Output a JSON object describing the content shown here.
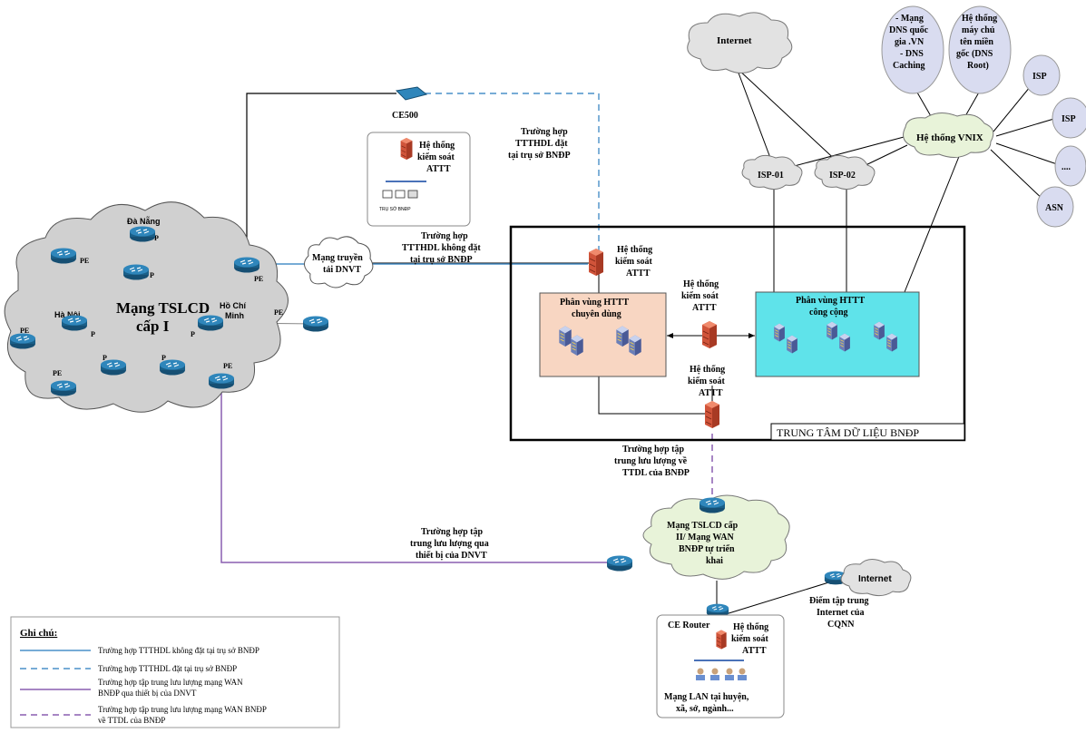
{
  "colors": {
    "cloud_fill": "#d0d0d0",
    "cloud_green": "#e8f3d9",
    "router": "#1f6f9e",
    "line_solid_blue": "#4a90c8",
    "line_dashed_blue": "#4a90c8",
    "line_solid_purple": "#8a5fb0",
    "line_dashed_purple": "#8a5fb0",
    "zone_private": "#f8d6c2",
    "zone_public": "#5fe3ea",
    "isp_bubble": "#d9dcf0",
    "firewall": "#d0543a"
  },
  "main_cloud": {
    "label_line1": "Mạng TSLCD",
    "label_line2": "cấp I",
    "nodes": {
      "da_nang": "Đà Nẵng",
      "ha_noi": "Hà Nội",
      "ho_chi_minh_1": "Hồ Chí",
      "ho_chi_minh_2": "Minh",
      "pe": "PE",
      "p": "P"
    }
  },
  "transport_cloud": {
    "line1": "Mạng truyền",
    "line2": "tải DNVT"
  },
  "ce500": {
    "label": "CE500",
    "control_line1": "Hệ thống",
    "control_line2": "kiểm soát",
    "control_line3": "ATTT",
    "site_caption": "TRỤ SỞ BNĐP"
  },
  "captions": {
    "case_at_hq_1": "Trường hợp",
    "case_at_hq_2": "TTTHDL đặt",
    "case_at_hq_3": "tại trụ sở BNĐP",
    "case_not_hq_1": "Trường hợp",
    "case_not_hq_2": "TTTHDL không đặt",
    "case_not_hq_3": "tại trụ sở BNĐP",
    "case_central_1": "Trường hợp tập",
    "case_central_2": "trung lưu lượng về",
    "case_central_3": "TTDL của BNĐP",
    "case_dnvt_1": "Trường hợp tập",
    "case_dnvt_2": "trung lưu lượng qua",
    "case_dnvt_3": "thiết bị của DNVT"
  },
  "datacenter": {
    "title": "TRUNG TÂM DỮ LIỆU BNĐP",
    "fw_line1": "Hệ thống",
    "fw_line2": "kiểm soát",
    "fw_line3": "ATTT",
    "zone_private_1": "Phân vùng HTTT",
    "zone_private_2": "chuyên dùng",
    "zone_public_1": "Phân vùng HTTT",
    "zone_public_2": "công cộng"
  },
  "internet_top": {
    "internet": "Internet",
    "isp01": "ISP-01",
    "isp02": "ISP-02",
    "vnix": "Hệ thống VNIX",
    "dns1_1": "- Mạng",
    "dns1_2": "DNS quốc",
    "dns1_3": "gia .VN",
    "dns1_4": "- DNS",
    "dns1_5": "Caching",
    "dns2_1": "Hệ thống",
    "dns2_2": "máy chủ",
    "dns2_3": "tên miền",
    "dns2_4": "gốc (DNS",
    "dns2_5": "Root)",
    "isp_a": "ISP",
    "isp_b": "ISP",
    "dots": "....",
    "asn": "ASN"
  },
  "tier2": {
    "cloud_1": "Mạng TSLCD cấp",
    "cloud_2": "II/ Mạng WAN",
    "cloud_3": "BNĐP tự triển",
    "cloud_4": "khai",
    "ce_router": "CE Router",
    "fw_line1": "Hệ thống",
    "fw_line2": "kiểm soát",
    "fw_line3": "ATTT",
    "lan_1": "Mạng LAN tại huyện,",
    "lan_2": "xã, sở, ngành...",
    "internet": "Internet",
    "point_1": "Điểm tập trung",
    "point_2": "Internet của",
    "point_3": "CQNN"
  },
  "legend": {
    "title": "Ghi chú:",
    "item1": "Trường hợp TTTHDL không đặt tại trụ sở BNĐP",
    "item2": "Trường hợp TTTHDL đặt tại trụ sở BNĐP",
    "item3_1": "Trường hợp tập trung lưu lượng mạng WAN",
    "item3_2": "BNĐP qua thiết bị của DNVT",
    "item4_1": "Trường hợp tập trung lưu lượng mạng WAN BNĐP",
    "item4_2": "về TTDL của BNĐP"
  }
}
